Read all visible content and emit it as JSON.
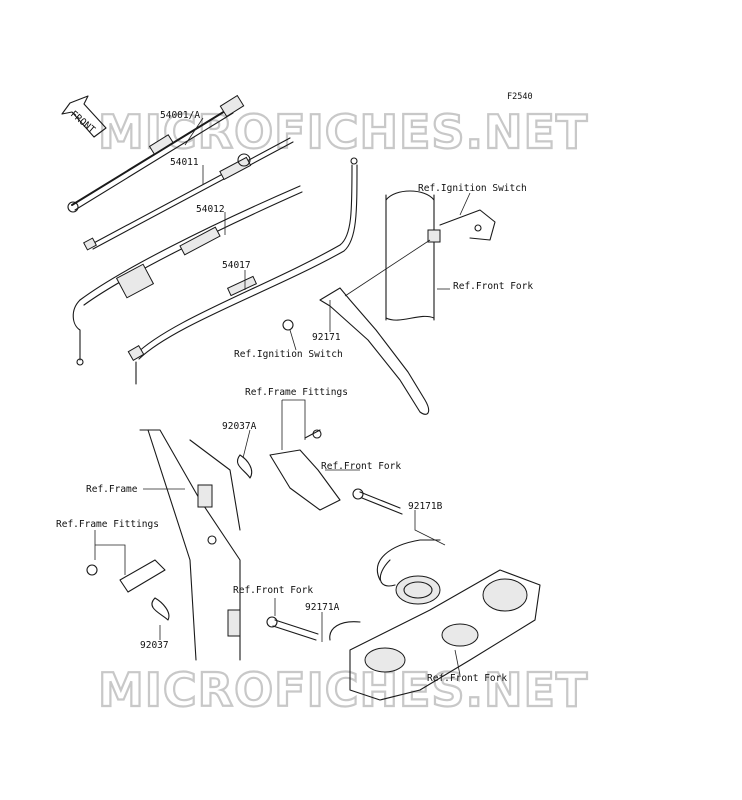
{
  "diagram_code": "F2540",
  "front_badge": "FRONT",
  "watermark": "MICROFICHES.NET",
  "parts": {
    "throttle_cable_a": "54001/A",
    "cable_54011": "54011",
    "cable_54012": "54012",
    "cable_54017": "54017",
    "clamp_92171": "92171",
    "clamp_92171a": "92171A",
    "clamp_92171b": "92171B",
    "clip_92037": "92037",
    "clip_92037a": "92037A"
  },
  "refs": {
    "ignition_switch_top": "Ref.Ignition Switch",
    "front_fork_top": "Ref.Front Fork",
    "ignition_switch_mid": "Ref.Ignition Switch",
    "frame_fittings_mid": "Ref.Frame Fittings",
    "front_fork_mid": "Ref.Front Fork",
    "frame": "Ref.Frame",
    "frame_fittings_left": "Ref.Frame Fittings",
    "front_fork_low": "Ref.Front Fork",
    "front_fork_bottom": "Ref.Front Fork"
  }
}
